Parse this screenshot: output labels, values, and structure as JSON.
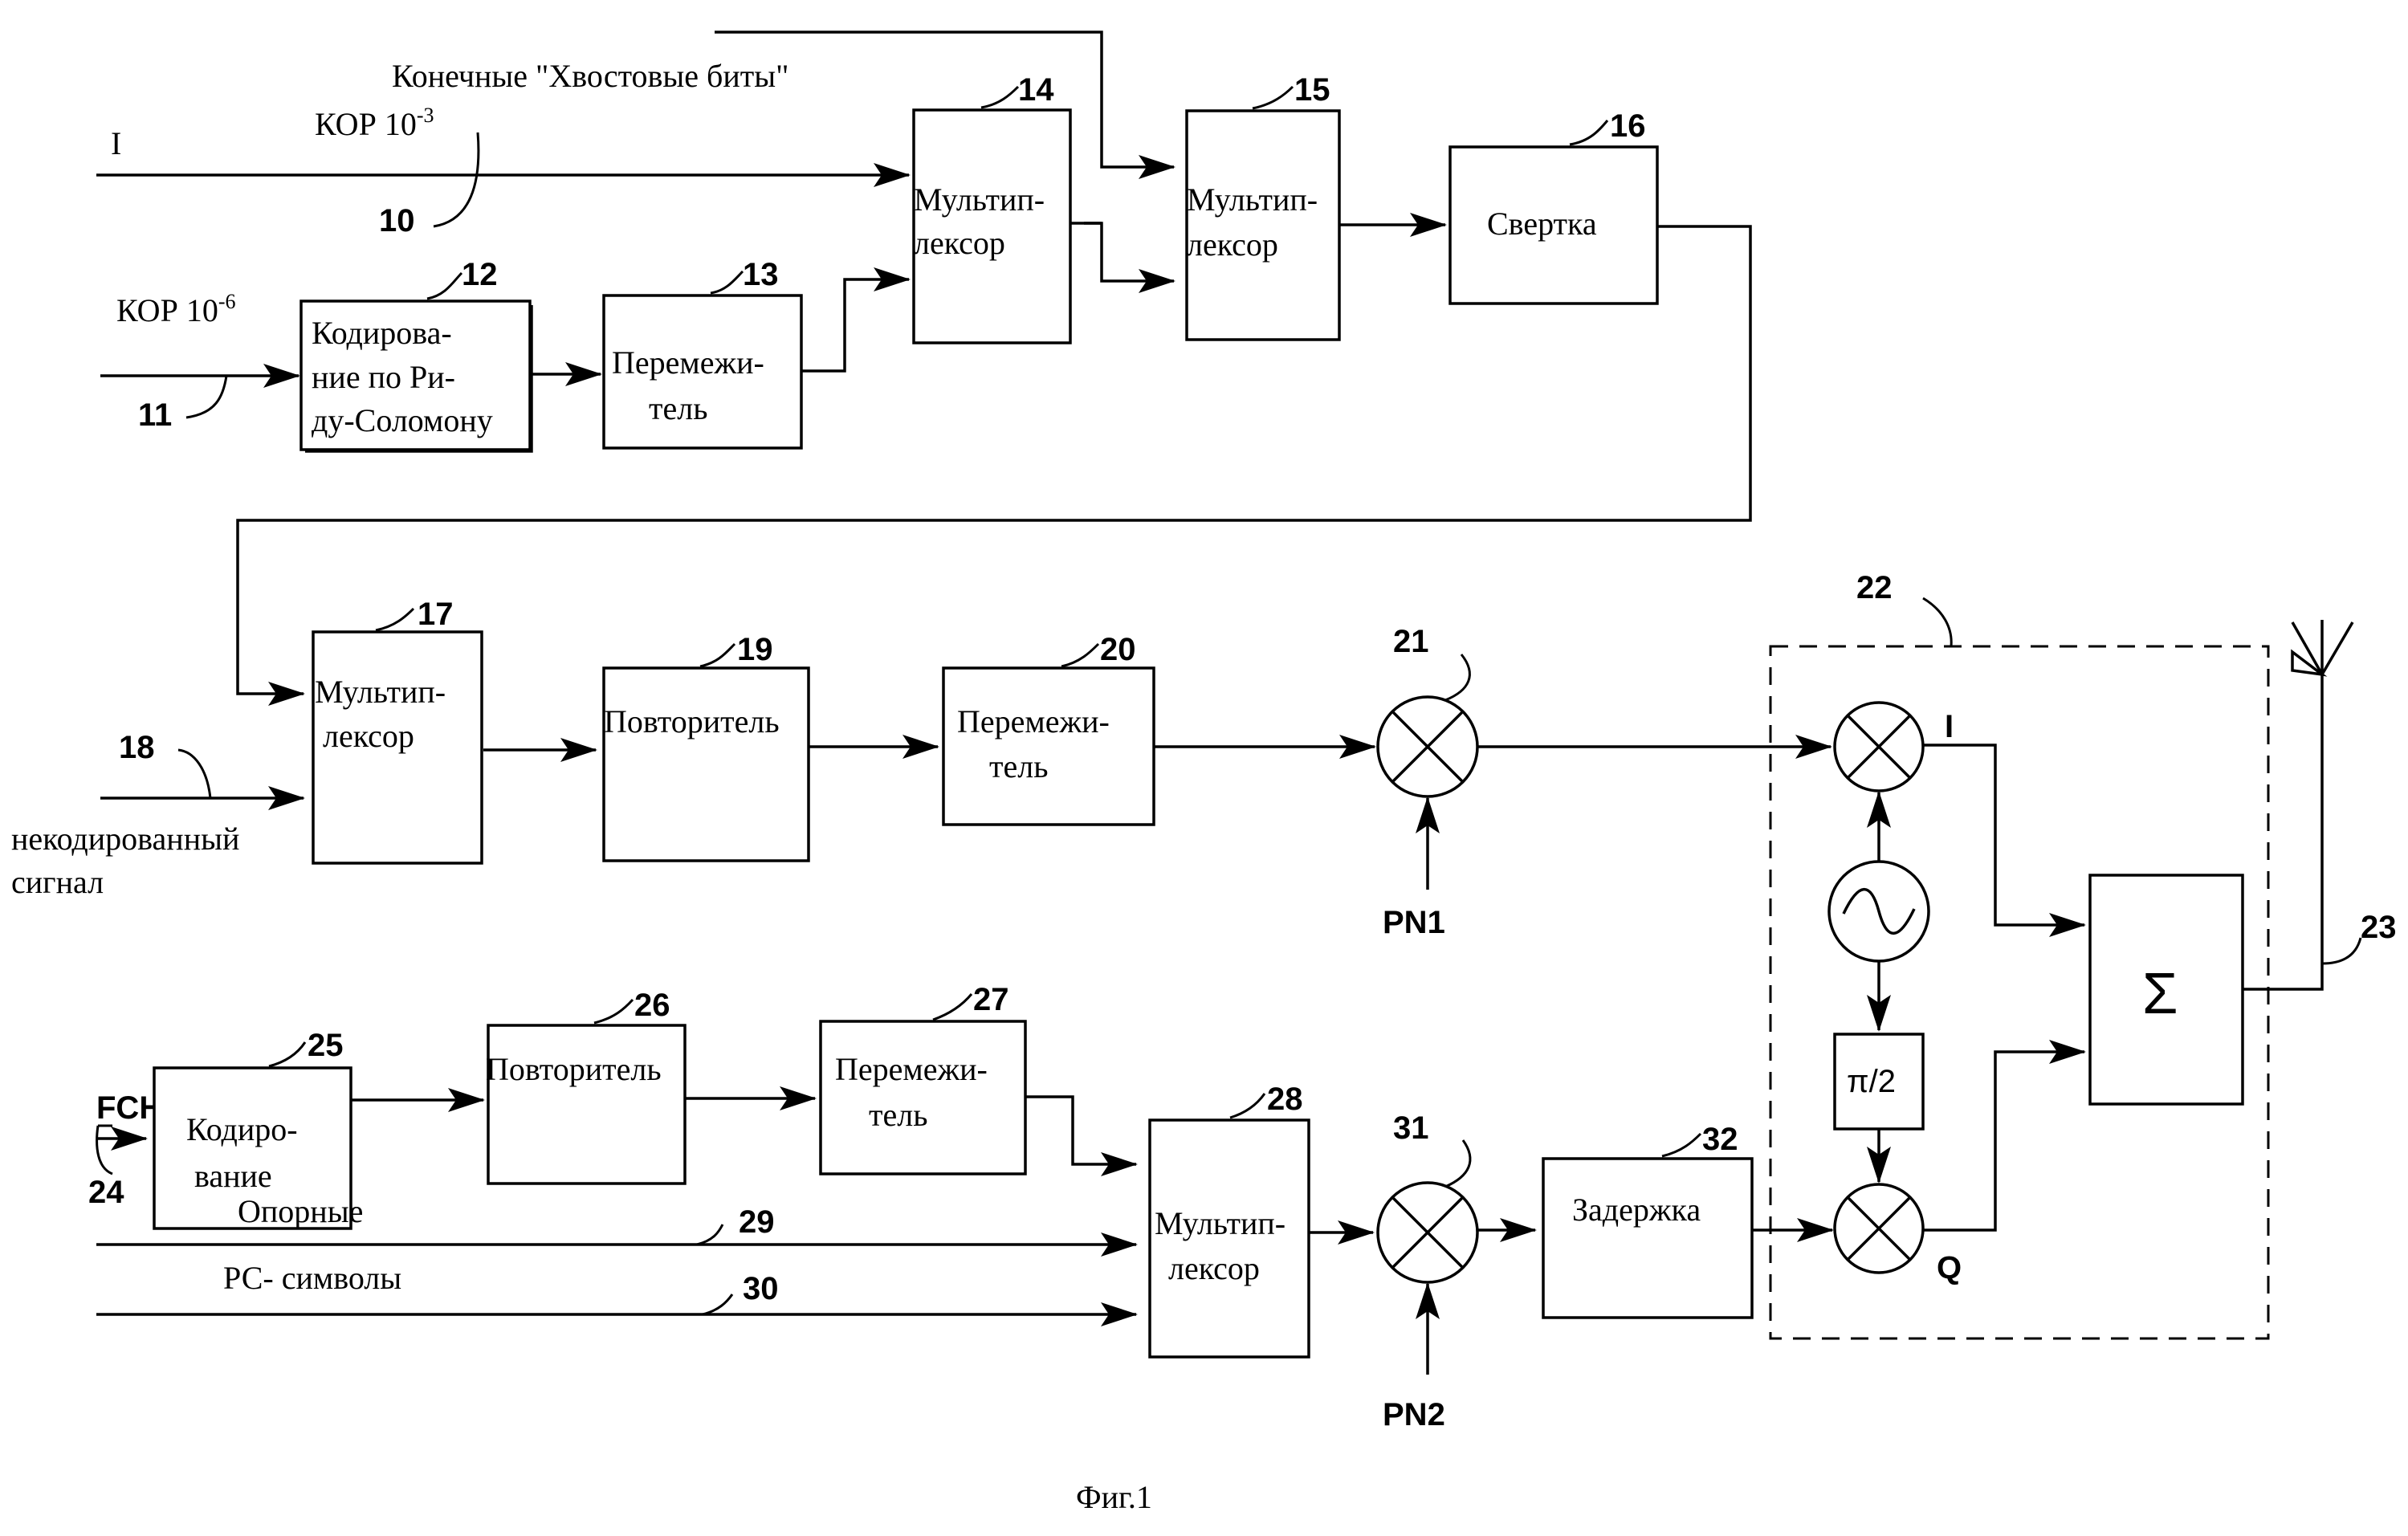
{
  "blocks": {
    "b12": {
      "num": "12",
      "lines": [
        "Кодирова-",
        "ние по Ри-",
        "ду-Соломону"
      ]
    },
    "b13": {
      "num": "13",
      "lines": [
        "Перемежи-",
        "тель"
      ]
    },
    "b14": {
      "num": "14",
      "lines": [
        "Мультип-",
        "лексор"
      ]
    },
    "b15": {
      "num": "15",
      "lines": [
        "Мультип-",
        "лексор"
      ]
    },
    "b16": {
      "num": "16",
      "lines": [
        "Свертка"
      ]
    },
    "b17": {
      "num": "17",
      "lines": [
        "Мультип-",
        "лексор"
      ]
    },
    "b19": {
      "num": "19",
      "lines": [
        "Повторитель"
      ]
    },
    "b20": {
      "num": "20",
      "lines": [
        "Перемежи-",
        "тель"
      ]
    },
    "b25": {
      "num": "25",
      "lines": [
        "Кодиро-",
        "вание"
      ]
    },
    "b26": {
      "num": "26",
      "lines": [
        "Повторитель"
      ]
    },
    "b27": {
      "num": "27",
      "lines": [
        "Перемежи-",
        "тель"
      ]
    },
    "b28": {
      "num": "28",
      "lines": [
        "Мультип-",
        "лексор"
      ]
    },
    "b32": {
      "num": "32",
      "lines": [
        "Задержка"
      ]
    },
    "sum": {
      "symbol": "Σ"
    },
    "phase": {
      "symbol": "π/2"
    }
  },
  "refs": {
    "r10": "10",
    "r11": "11",
    "r18": "18",
    "r21": "21",
    "r22": "22",
    "r23": "23",
    "r24": "24",
    "r29": "29",
    "r30": "30",
    "r31": "31"
  },
  "inputs": {
    "i_label": "I",
    "kor3_base": "КОР 10",
    "kor3_exp": "-3",
    "kor6_base": "КОР 10",
    "kor6_exp": "-6",
    "tail_bits": "Конечные \"Хвостовые биты\"",
    "uncoded_1": "некодированный",
    "uncoded_2": "сигнал",
    "fch": "FCH",
    "reference": "Опорные",
    "pc_symbols": "РС- символы"
  },
  "mixers": {
    "pn1": "PN1",
    "pn2": "PN2",
    "i_out": "I",
    "q_out": "Q"
  },
  "caption": "Фиг.1"
}
